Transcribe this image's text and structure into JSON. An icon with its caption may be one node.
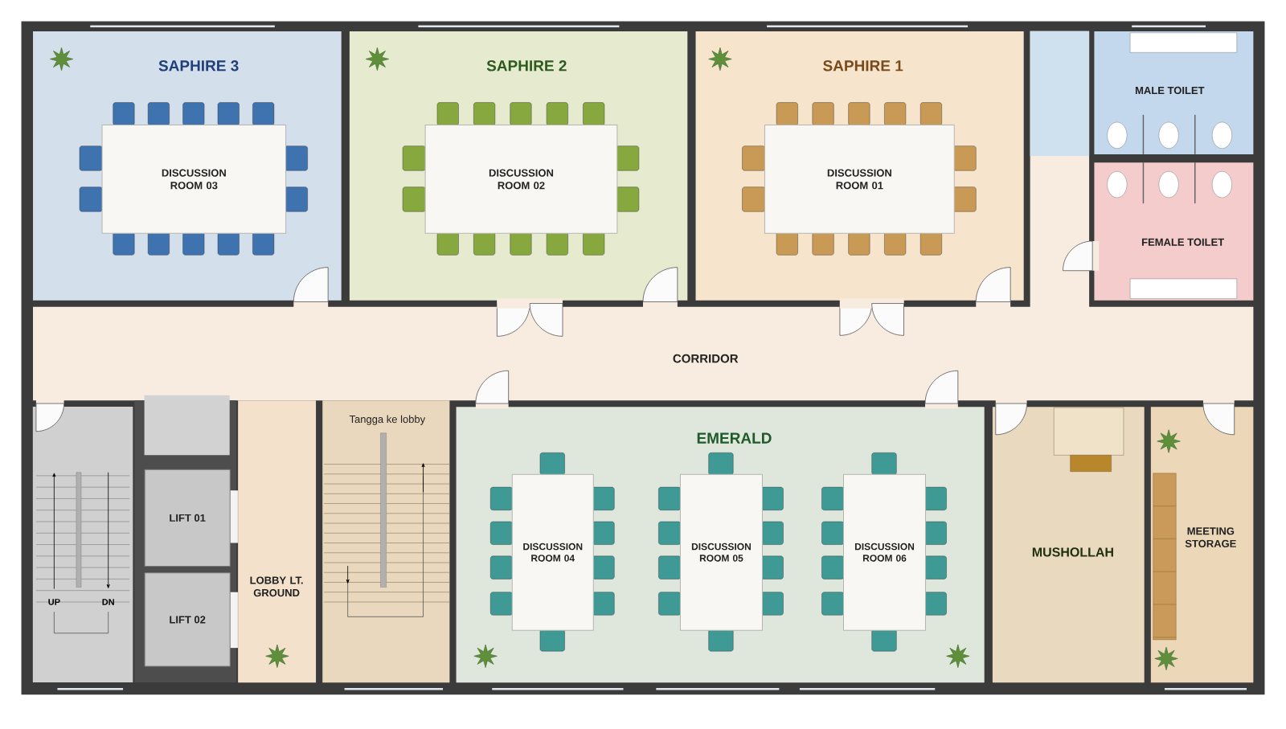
{
  "diagram": {
    "nodes": [
      {
        "text": [
          "SAPHIRE 3"
        ]
      },
      {
        "text": [
          "DISCUSSION ROOM 03"
        ],
        "in": 0
      },
      {
        "text": [
          "SAPHIRE 2"
        ]
      },
      {
        "text": [
          "DISCUSSION ROOM 02"
        ],
        "in": 2
      },
      {
        "text": [
          "SAPHIRE 1"
        ]
      },
      {
        "text": [
          "DISCUSSION ROOM 01"
        ],
        "in": 4
      },
      {
        "text": [
          "MALE TOILET"
        ]
      },
      {
        "text": [
          "FEMALE TOILET"
        ]
      },
      {
        "text": [
          "CORRIDOR"
        ]
      },
      {
        "text": [
          "LIFT 01"
        ]
      },
      {
        "text": [
          "LIFT 02"
        ]
      },
      {
        "text": [
          "LOBBY LT. GROUND"
        ]
      },
      {
        "text": [
          "Tangga ke lobby"
        ]
      },
      {
        "text": [
          "EMERALD"
        ]
      },
      {
        "text": [
          "DISCUSSION ROOM 04"
        ],
        "in": 13
      },
      {
        "text": [
          "DISCUSSION ROOM 05"
        ],
        "in": 13
      },
      {
        "text": [
          "DISCUSSION ROOM 06"
        ],
        "in": 13
      },
      {
        "text": [
          "MUSHOLLAH"
        ]
      },
      {
        "text": [
          "MEETING STORAGE"
        ]
      }
    ],
    "labels": [
      "UP",
      "DN"
    ]
  }
}
